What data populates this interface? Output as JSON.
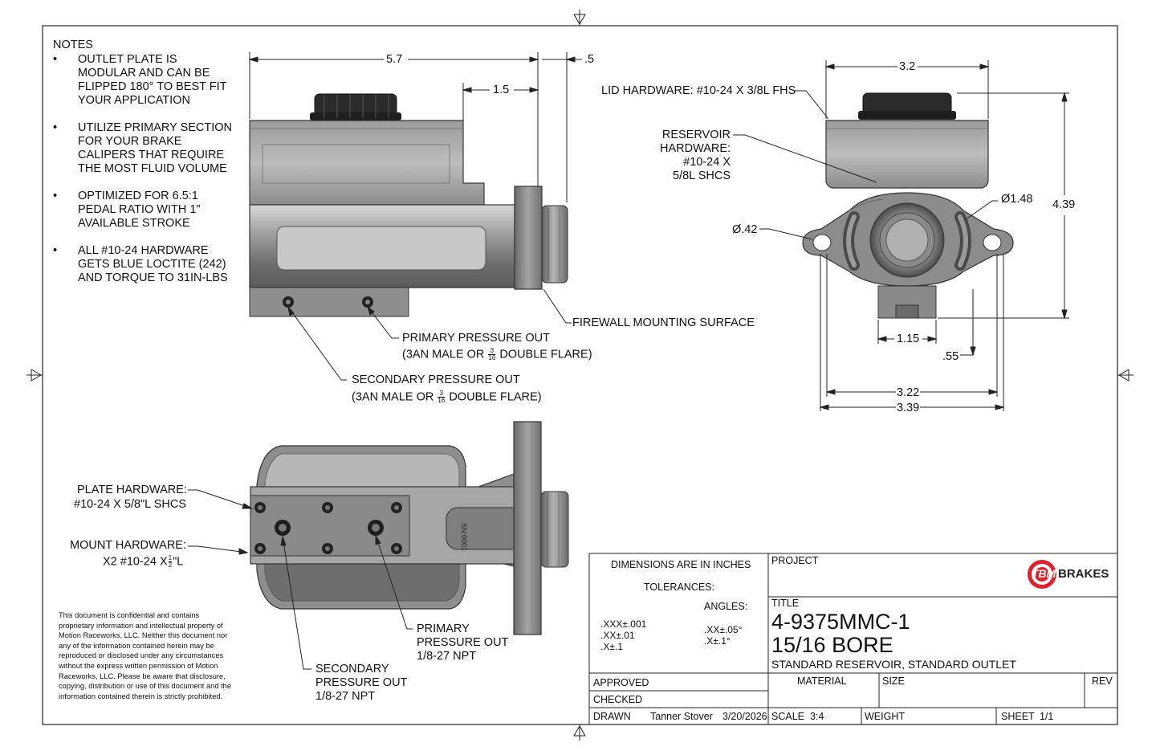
{
  "notes": {
    "heading": "NOTES",
    "items": [
      "OUTLET PLATE IS MODULAR AND CAN BE FLIPPED 180° TO BEST FIT YOUR APPLICATION",
      "UTILIZE PRIMARY SECTION FOR YOUR BRAKE CALIPERS THAT REQUIRE THE MOST FLUID VOLUME",
      "OPTIMIZED FOR 6.5:1 PEDAL RATIO WITH 1\" AVAILABLE STROKE",
      "ALL #10-24 HARDWARE GETS BLUE LOCTITE (242) AND TORQUE TO 31IN-LBS"
    ]
  },
  "side_view": {
    "dim_length": "5.7",
    "dim_flange": ".5",
    "dim_port": "1.5",
    "firewall_label": "FIREWALL MOUNTING SURFACE",
    "primary_label": "PRIMARY PRESSURE OUT",
    "primary_sub_pre": "(3AN MALE OR",
    "primary_sub_post": "DOUBLE FLARE)",
    "secondary_label": "SECONDARY PRESSURE OUT",
    "secondary_sub_pre": "(3AN MALE OR",
    "secondary_sub_post": "DOUBLE FLARE)",
    "frac_num": "3",
    "frac_den": "16"
  },
  "end_view": {
    "dim_width": "3.2",
    "dim_height": "4.39",
    "dim_bore": "Ø1.48",
    "dim_hole": "Ø.42",
    "dim_1": "1.15",
    "dim_2": ".55",
    "dim_3": "3.22",
    "dim_4": "3.39",
    "lid_label": "LID HARDWARE: #10-24 X 3/8L FHS",
    "reservoir_lines": [
      "RESERVOIR",
      "HARDWARE:",
      "#10-24 X",
      "5/8L SHCS"
    ]
  },
  "bottom_view": {
    "plate_label_1": "PLATE HARDWARE:",
    "plate_label_2": "#10-24 X 5/8\"L SHCS",
    "mount_label_1": "MOUNT HARDWARE:",
    "mount_label_2_pre": "X2 #10-24 X",
    "mount_frac_num": "1",
    "mount_frac_den": "2",
    "mount_label_2_post": "\"L",
    "primary_lines": [
      "PRIMARY",
      "PRESSURE OUT",
      "1/8-27 NPT"
    ],
    "secondary_lines": [
      "SECONDARY",
      "PRESSURE OUT",
      "1/8-27 NPT"
    ],
    "serial": "SN:0001"
  },
  "confidential": "This document is confidential and contains proprietary information and intellectual property of Motion Raceworks, LLC. Neither this document nor any of the information contained herein may be reproduced or disclosed under any circumstances without the express written permission of Motion Raceworks, LLC. Please be aware that disclosure, copying, distribution or use of this document and the information contained therein is strictly prohibited.",
  "title_block": {
    "dims_label": "DIMENSIONS ARE IN INCHES",
    "tolerances_label": "TOLERANCES:",
    "angles_label": "ANGLES:",
    "tol_lines": [
      ".XXX±.001",
      ".XX±.01",
      ".X±.1"
    ],
    "angle_lines": [
      ".XX±.05°",
      ".X±.1°"
    ],
    "project_label": "PROJECT",
    "logo_left": "TBM",
    "logo_right": "BRAKES",
    "title_label": "TITLE",
    "part_number": "4-9375MMC-1",
    "part_desc": "15/16 BORE",
    "part_sub": "STANDARD RESERVOIR, STANDARD OUTLET",
    "approved_label": "APPROVED",
    "checked_label": "CHECKED",
    "drawn_label": "DRAWN",
    "drawn_by": "Tanner Stover",
    "drawn_date": "3/20/2026",
    "material_label": "MATERIAL",
    "size_label": "SIZE",
    "rev_label": "REV",
    "scale_label": "SCALE",
    "scale_value": "3:4",
    "weight_label": "WEIGHT",
    "sheet_label": "SHEET",
    "sheet_value": "1/1"
  },
  "colors": {
    "metal_light": "#c9c9c9",
    "metal_mid": "#8f8f8f",
    "metal_dark": "#555555",
    "cap": "#2a2a2a",
    "logo_red": "#e0202a"
  }
}
